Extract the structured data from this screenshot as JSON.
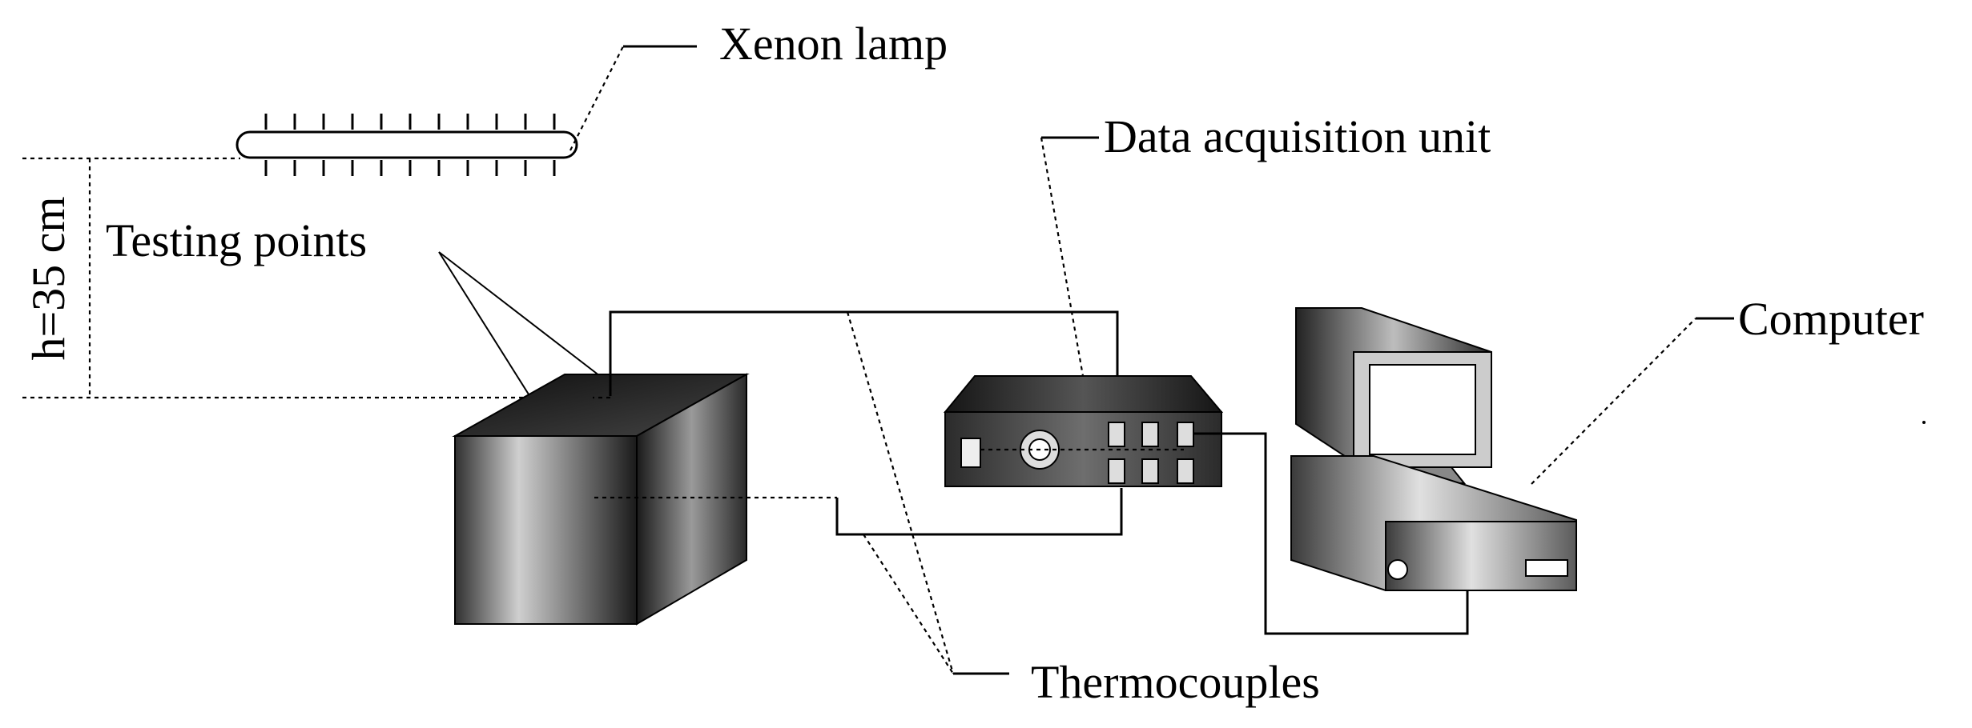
{
  "labels": {
    "xenon_lamp": "Xenon lamp",
    "height": "h=35 cm",
    "testing_points": "Testing points",
    "data_acquisition_unit": "Data acquisition unit",
    "computer": "Computer",
    "thermocouples": "Thermocouples"
  },
  "colors": {
    "ink": "#000000",
    "background": "#ffffff"
  }
}
